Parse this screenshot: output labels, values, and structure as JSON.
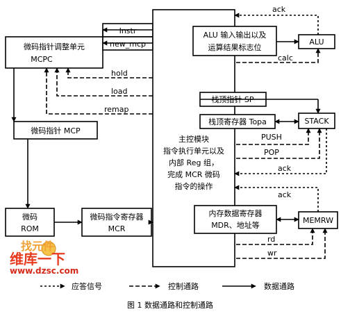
{
  "blocks": {
    "mcpc": [
      "微码指针调整单元",
      "MCPC"
    ],
    "instr": "Instr",
    "new_mcp": "new_mcp",
    "mcp": "微码指针 MCP",
    "rom": [
      "微码",
      "ROM"
    ],
    "mcr": [
      "微码指令寄存器",
      "MCR"
    ],
    "main": [
      "主控模块",
      "指令执行单元以及",
      "内部 Reg 组，",
      "完成 MCR 微码",
      "指令的操作"
    ],
    "alu_io": [
      "ALU 输入输出以及",
      "运算结果标志位"
    ],
    "alu": "ALU",
    "sp": "栈顶指针 SP",
    "topa": "栈顶寄存器 Topa",
    "stack": "STACK",
    "mdr": [
      "内存数据寄存器",
      "MDR、地址等"
    ],
    "memrw": "MEMRW"
  },
  "signals": {
    "hold": "hold",
    "load": "load",
    "remap": "remap",
    "ack_top": "ack",
    "calc": "calc",
    "push": "PUSH",
    "pop": "POP",
    "ack_stack": "ack",
    "ack_mem": "ack",
    "rd": "rd",
    "wr": "wr"
  },
  "legend": {
    "ack": "应答信号",
    "control": "控制通路",
    "data": "数据通路"
  },
  "caption": "图 1   数据通路和控制通路",
  "watermark": {
    "line1": "找元件",
    "line2": "维库一下",
    "url": "www.dzsc.com"
  }
}
